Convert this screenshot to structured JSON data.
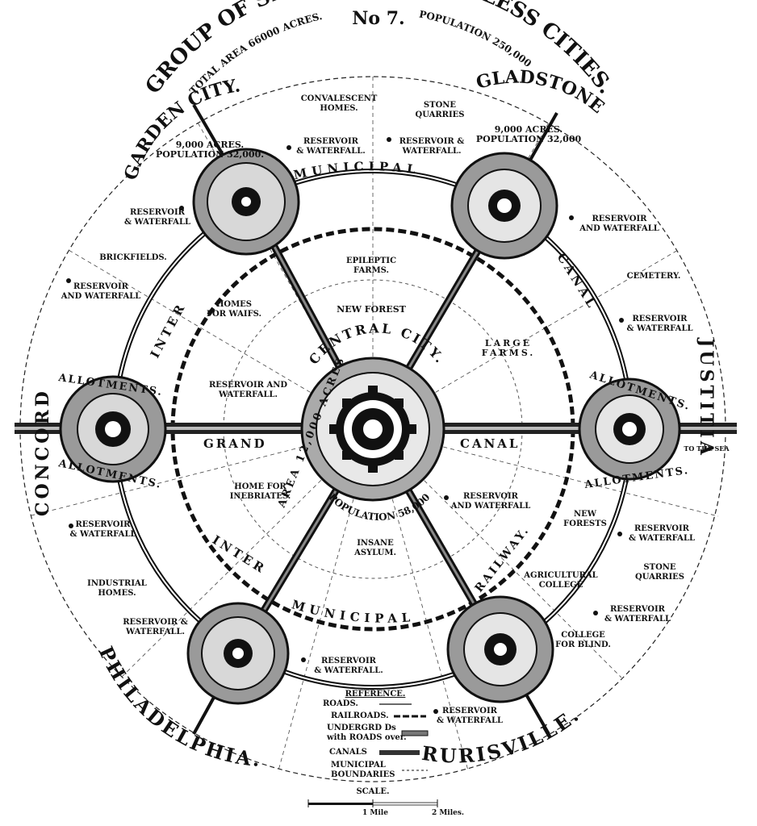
{
  "plate": {
    "number": "No 7."
  },
  "title": {
    "main": "GROUP OF SLUMLESS SMOKELESS CITIES."
  },
  "summary": {
    "total_area": "TOTAL AREA 66000 ACRES.",
    "population": "POPULATION 250,000"
  },
  "cities": {
    "central": {
      "name": "CENTRAL CITY.",
      "population": "POPULATION 58,000",
      "area": "AREA 12,000 ACRES"
    },
    "garden_city": {
      "name": "GARDEN CITY.",
      "area": "9,000 ACRES.",
      "population": "POPULATION 32,000."
    },
    "gladstone": {
      "name": "GLADSTONE",
      "area": "9,000 ACRES.",
      "population": "POPULATION 32,000"
    },
    "concord": {
      "name": "CONCORD"
    },
    "justitia": {
      "name": "JUSTITIA"
    },
    "philadelphia": {
      "name": "PHILADELPHIA."
    },
    "rurisville": {
      "name": "RURISVILLE."
    }
  },
  "routes": {
    "municipal_top": "MUNICIPAL",
    "inter_left": "INTER",
    "canal_right": "CANAL",
    "grand": "GRAND",
    "canal_mid": "CANAL",
    "inter_lower": "INTER",
    "municipal_bottom": "MUNICIPAL",
    "railway": "RAILWAY.",
    "allotments": "ALLOTMENTS."
  },
  "labels": {
    "convalescent": "CONVALESCENT\nHOMES.",
    "stone_quarries_top": "STONE\nQUARRIES",
    "res_top_left": "RESERVOIR\n& WATERFALL.",
    "res_top_right": "RESERVOIR &\nWATERFALL.",
    "res_left_upper": "RESERVOIR\n& WATERFALL",
    "brickfields": "BRICKFIELDS.",
    "res_left": "RESERVOIR\nAND WATERFALL",
    "epileptic": "EPILEPTIC\nFARMS.",
    "new_forest": "NEW FOREST",
    "homes_waifs": "HOMES\nFOR WAIFS.",
    "large_farms": "LARGE\nFARMS.",
    "res_right_upper": "RESERVOIR\nAND WATERFALL",
    "cemetery": "CEMETERY.",
    "res_right_mid": "RESERVOIR\n& WATERFALL",
    "res_inner_left": "RESERVOIR AND\nWATERFALL.",
    "to_the_sea": "TO THE SEA",
    "home_inebriates": "HOME FOR\nINEBRIATES.",
    "res_inner_right": "RESERVOIR\nAND WATERFALL",
    "new_forests": "NEW\nFORESTS",
    "res_right_lower": "RESERVOIR\n& WATERFALL",
    "res_left_lower": "RESERVOIR\n& WATERFALL",
    "insane_asylum": "INSANE\nASYLUM.",
    "agricultural_college": "AGRICULTURAL\nCOLLEGE",
    "stone_quarries_right": "STONE\nQUARRIES",
    "industrial_homes": "INDUSTRIAL\nHOMES.",
    "res_bottom_left": "RESERVOIR &\nWATERFALL.",
    "res_right_bottom": "RESERVOIR\n& WATERFALL",
    "college_blind": "COLLEGE\nFOR BLIND.",
    "res_bottom_center": "RESERVOIR\n& WATERFALL.",
    "res_bottom_right": "RESERVOIR\n& WATERFALL"
  },
  "reference": {
    "heading": "REFERENCE.",
    "roads": "ROADS.",
    "railroads": "RAILROADS.",
    "underground": "UNDERGRD Ds\nwith ROADS over.",
    "canals": "CANALS",
    "municipal_boundaries": "MUNICIPAL\nBOUNDARIES"
  },
  "scale": {
    "heading": "SCALE.",
    "one_mile": "1 Mile",
    "two_miles": "2 Miles."
  }
}
